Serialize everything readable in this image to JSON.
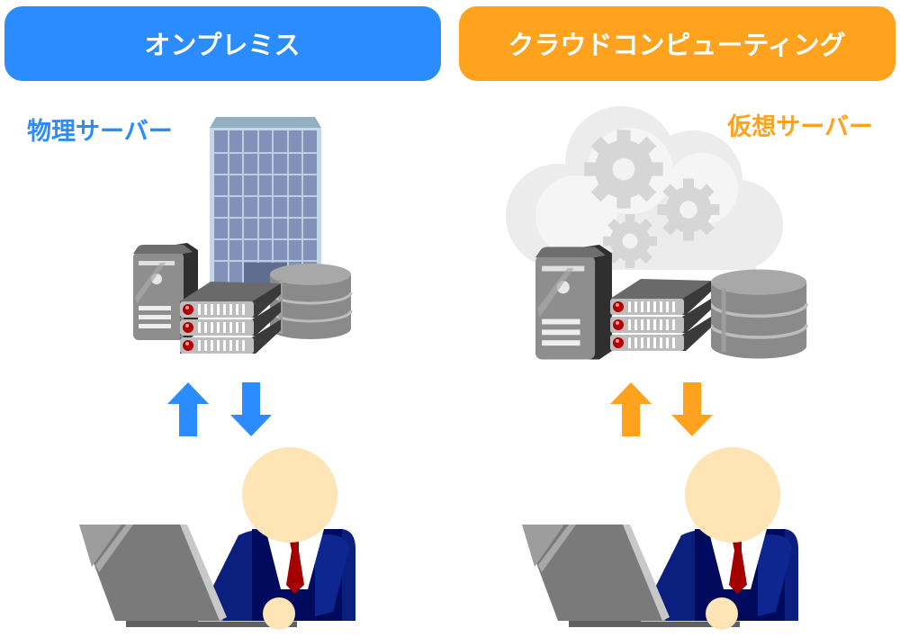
{
  "left": {
    "header": "オンプレミス",
    "label": "物理サーバー",
    "color": "#2b8cff"
  },
  "right": {
    "header": "クラウドコンピューティング",
    "label": "仮想サーバー",
    "color": "#ffa31f"
  }
}
